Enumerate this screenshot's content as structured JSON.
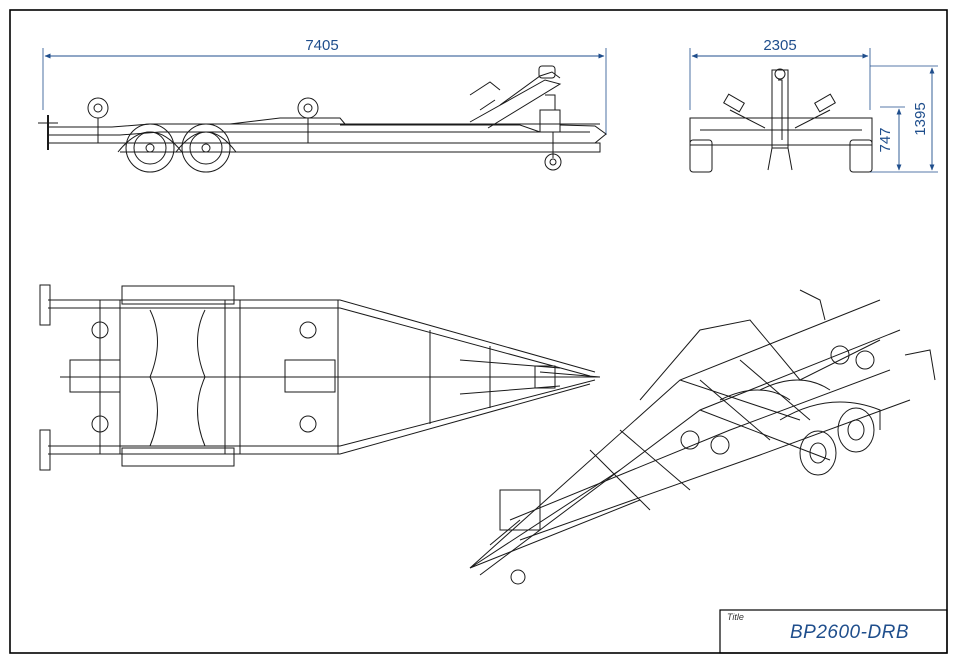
{
  "side_view": {
    "length_dim": "7405"
  },
  "front_view": {
    "width_dim": "2305",
    "height_dim": "1395",
    "mid_height_dim": "747"
  },
  "title_block": {
    "label": "Title",
    "value": "BP2600-DRB"
  },
  "colors": {
    "line": "#1a1a1a",
    "dimension": "#1f4e8c",
    "border": "#000000"
  },
  "icons": [
    "wheel-icon",
    "roller-icon",
    "winch-icon",
    "jockey-wheel-icon"
  ]
}
